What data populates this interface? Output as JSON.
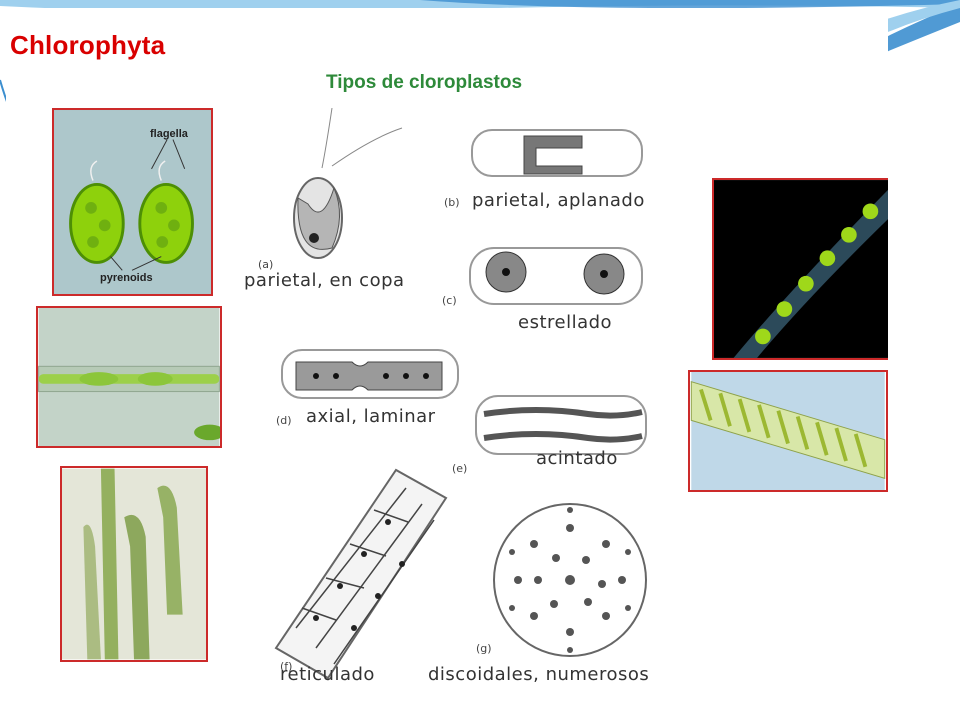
{
  "slide": {
    "title": "Chlorophyta",
    "subtitle": "Tipos de cloroplastos"
  },
  "photo_labels": {
    "flagella": "flagella",
    "pyrenoids": "pyrenoids"
  },
  "chloroplast_types": [
    {
      "letter": "(a)",
      "label": "parietal, en copa"
    },
    {
      "letter": "(b)",
      "label": "parietal, aplanado"
    },
    {
      "letter": "(c)",
      "label": "estrellado"
    },
    {
      "letter": "(d)",
      "label": "axial, laminar"
    },
    {
      "letter": "(e)",
      "label": "acintado"
    },
    {
      "letter": "(f)",
      "label": "reticulado"
    },
    {
      "letter": "(g)",
      "label": "discoidales, numerosos"
    }
  ],
  "colors": {
    "title": "#d90000",
    "subtitle": "#2e8a3a",
    "photo_border": "#cc2a2a",
    "deco_blue": "#3d8fcf"
  }
}
